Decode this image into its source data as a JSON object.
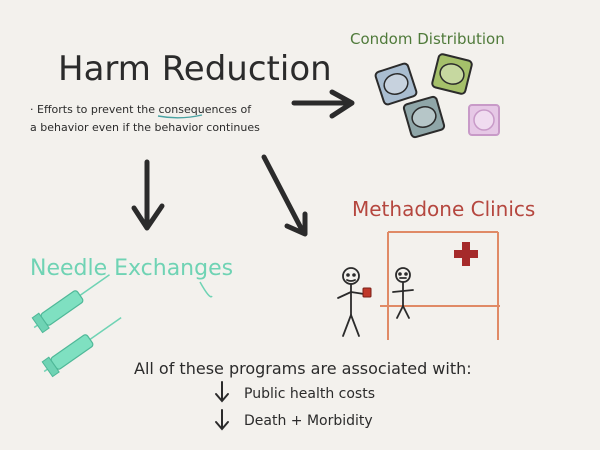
{
  "title": "Harm Reduction",
  "definition_line1": "· Efforts to prevent the consequences of",
  "definition_line2": "a behavior even if the behavior continues",
  "condom_label": "Condom Distribution",
  "methadone_label": "Methadone Clinics",
  "needle_label": "Needle Exchanges",
  "summary_heading": "All of these programs are associated with:",
  "summary_item1": "Public health costs",
  "summary_item2": "Death + Morbidity",
  "colors": {
    "ink": "#2b2b2b",
    "condom_text": "#4f7a3a",
    "needle": "#6fd3b4",
    "methadone_text": "#b5473f",
    "clinic_frame": "#e08a66",
    "cross": "#a52a2a",
    "packet_blue": "#5a6e8c",
    "packet_green": "#7a9a3a",
    "packet_pink": "#c89ac8"
  }
}
